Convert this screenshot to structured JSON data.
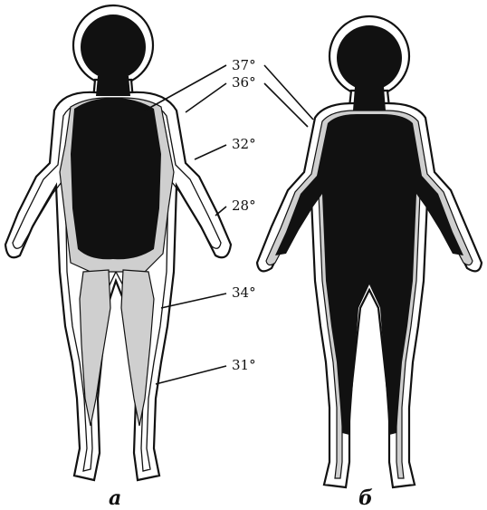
{
  "figure": {
    "colors": {
      "outline": "#111111",
      "zone_37": "#111111",
      "zone_34": "#cfcfcf",
      "zone_skin": "#ffffff"
    },
    "labels": {
      "t37": "37°",
      "t36": "36°",
      "t32": "32°",
      "t28": "28°",
      "t34": "34°",
      "t31": "31°"
    },
    "captions": {
      "left": "а",
      "right": "б"
    }
  }
}
